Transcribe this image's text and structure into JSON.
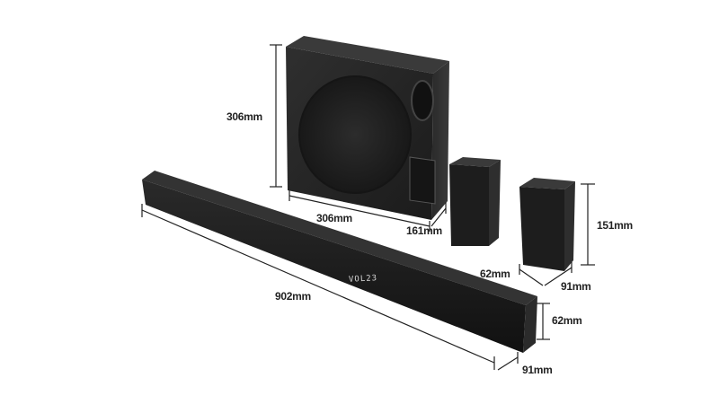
{
  "dimensions": {
    "subwoofer_height": "306mm",
    "subwoofer_width": "306mm",
    "subwoofer_depth": "161mm",
    "rear_height": "151mm",
    "rear_width": "62mm",
    "rear_depth": "91mm",
    "bar_width": "902mm",
    "bar_height": "62mm",
    "bar_depth": "91mm"
  },
  "soundbar_display": "VOL23",
  "colors": {
    "background": "#ffffff",
    "product": "#1e1e1e",
    "dimension_line": "#222222"
  }
}
